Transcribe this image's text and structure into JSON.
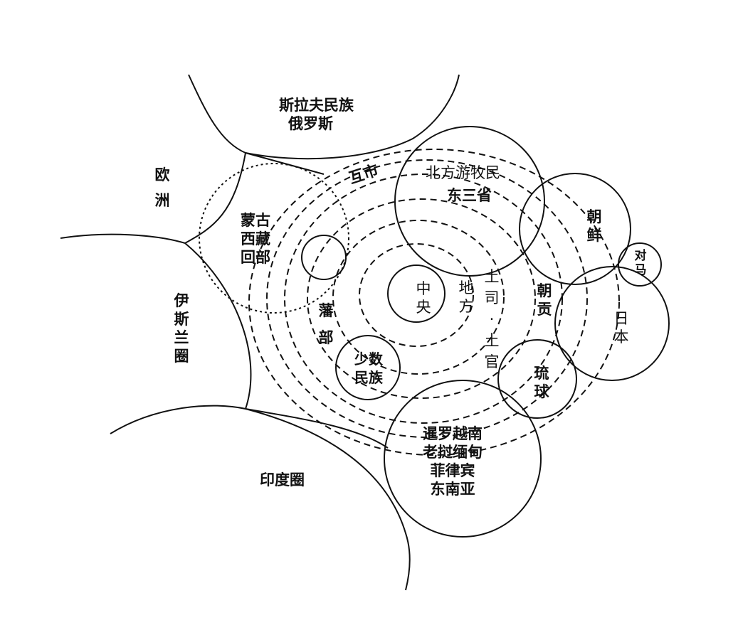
{
  "labels": {
    "slavic": "斯拉夫民族",
    "russia": "俄罗斯",
    "europe": "欧洲",
    "mongol_1": "蒙古",
    "mongol_2": "西藏",
    "mongol_3": "回部",
    "islam": "伊斯兰圈",
    "india": "印度圈",
    "mutual_trade": "互市",
    "north_nomads": "北方游牧民",
    "northeast": "东三省",
    "korea": "朝鲜",
    "tsushima": "对马",
    "japan": "日本",
    "tribute": "朝贡",
    "ryukyu": "琉球",
    "center": "中央",
    "local": "地方",
    "tusi": "土司·土官",
    "fanbu": "藩部",
    "minorities": "少数民族",
    "sea_1": "暹罗越南",
    "sea_2": "老挝缅甸",
    "sea_3": "菲律宾",
    "sea_4": "东南亚"
  },
  "colors": {
    "line": "#111111",
    "background": "#ffffff"
  }
}
